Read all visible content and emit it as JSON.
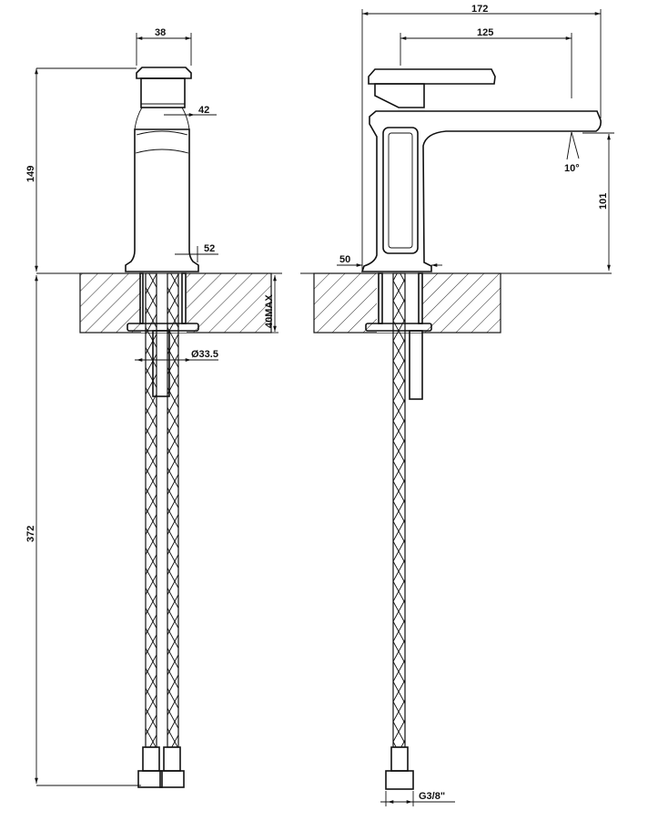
{
  "dimensions": {
    "handle_width": "38",
    "body_upper_diameter": "42",
    "body_base_diameter": "52",
    "height_above_counter": "149",
    "counter_thickness": "40MAX",
    "hole_diameter": "Ø33.5",
    "hose_length": "372",
    "total_depth": "172",
    "handle_length": "125",
    "spout_angle": "10°",
    "spout_height": "101",
    "base_side": "50",
    "thread": "G3/8\""
  }
}
